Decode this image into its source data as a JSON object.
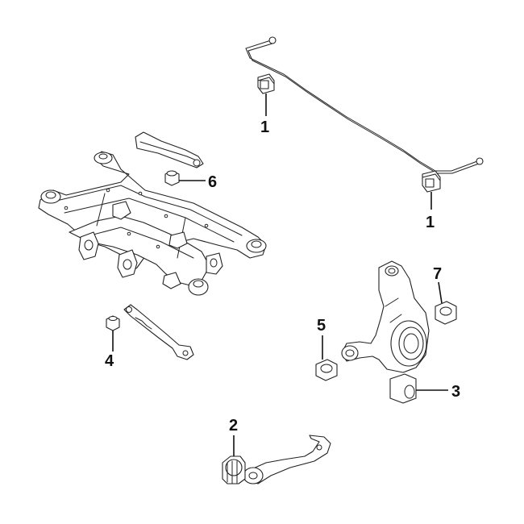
{
  "diagram": {
    "callouts": [
      {
        "id": "c1a",
        "label": "1"
      },
      {
        "id": "c1b",
        "label": "1"
      },
      {
        "id": "c2",
        "label": "2"
      },
      {
        "id": "c3",
        "label": "3"
      },
      {
        "id": "c4",
        "label": "4"
      },
      {
        "id": "c5",
        "label": "5"
      },
      {
        "id": "c6",
        "label": "6"
      },
      {
        "id": "c7",
        "label": "7"
      }
    ],
    "colors": {
      "line": "#222222",
      "background": "#ffffff"
    }
  }
}
